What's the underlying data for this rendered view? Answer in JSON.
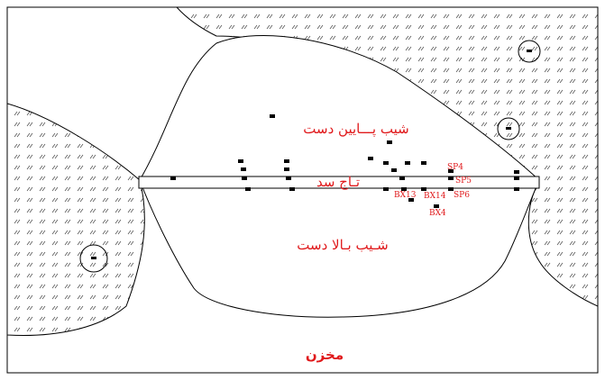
{
  "labels": {
    "downstream_slope": "شیب پـــایین دست",
    "dam_crest": "تـاج سد",
    "upstream_slope": "شـیب بـالا دست",
    "reservoir": "مخزن"
  },
  "points": [
    {
      "name": "SP4"
    },
    {
      "name": "SP5"
    },
    {
      "name": "SP6"
    },
    {
      "name": "BX13"
    },
    {
      "name": "BX14"
    },
    {
      "name": "BX4"
    }
  ],
  "colors": {
    "label": "#e0191b",
    "marker": "#000000",
    "background": "#ffffff"
  }
}
